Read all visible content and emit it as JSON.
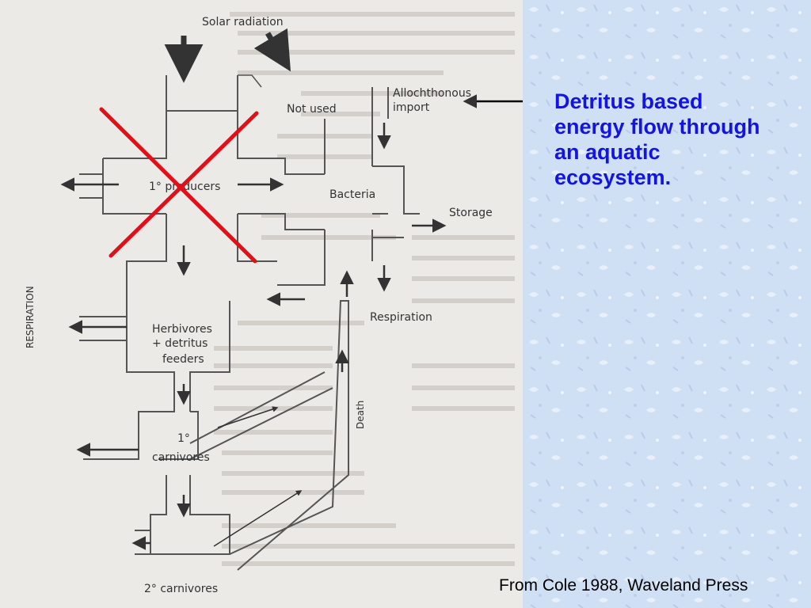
{
  "slide": {
    "title_lines": [
      "Detritus based",
      "energy flow through",
      "an aquatic",
      "ecosystem."
    ],
    "citation": "From Cole 1988, Waveland Press",
    "colors": {
      "title": "#1414e0",
      "cross": "#e0101a",
      "background": "#cfe0f4",
      "figure_paper": "#eceae6"
    }
  },
  "diagram": {
    "labels": {
      "solar_radiation": "Solar radiation",
      "not_used": "Not used",
      "allochthonous_1": "Allochthonous",
      "allochthonous_2": "import",
      "producers": "1° producers",
      "bacteria": "Bacteria",
      "storage": "Storage",
      "respiration": "Respiration",
      "respiration_side": "RESPIRATION",
      "herbivores_1": "Herbivores",
      "herbivores_2": "+ detritus",
      "herbivores_3": "feeders",
      "carnivores1_1": "1°",
      "carnivores1_2": "carnivores",
      "carnivores2": "2° carnivores",
      "death": "Death"
    },
    "crossed_out": "1° producers"
  }
}
